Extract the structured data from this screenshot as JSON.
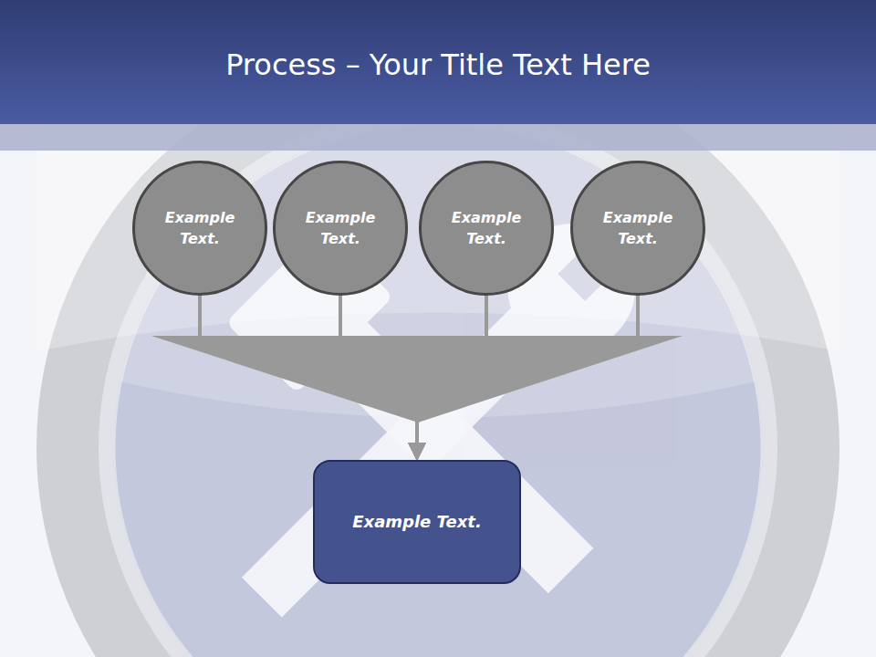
{
  "diagram": {
    "title": "Process – Your Title Text Here",
    "nodes": [
      {
        "text": [
          "Example Text."
        ]
      },
      {
        "text": [
          "Example Text."
        ]
      },
      {
        "text": [
          "Example Text."
        ]
      },
      {
        "text": [
          "Example Text."
        ]
      },
      {
        "text": [
          "Example Text."
        ]
      }
    ],
    "edges": [
      {
        "from": 0,
        "to": 4,
        "arrow": "to"
      },
      {
        "from": 1,
        "to": 4,
        "arrow": "to"
      },
      {
        "from": 2,
        "to": 4,
        "arrow": "to"
      },
      {
        "from": 3,
        "to": 4,
        "arrow": "to"
      }
    ]
  }
}
